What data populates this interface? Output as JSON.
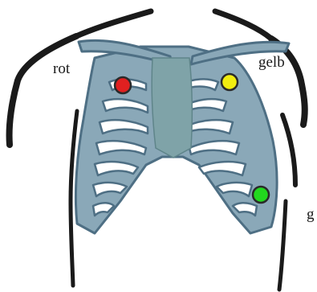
{
  "labels": {
    "red": "rot",
    "yellow": "gelb",
    "green": "g"
  },
  "electrodes": [
    {
      "name": "red",
      "color": "#e02020"
    },
    {
      "name": "yellow",
      "color": "#f2ee10"
    },
    {
      "name": "green",
      "color": "#22d81e"
    }
  ],
  "colors": {
    "ribcage_fill": "#8aa8b8",
    "ribcage_stroke": "#4e6f84",
    "sternum": "#7fa3a8",
    "body_outline": "#1a1a1a",
    "background": "#ffffff"
  }
}
